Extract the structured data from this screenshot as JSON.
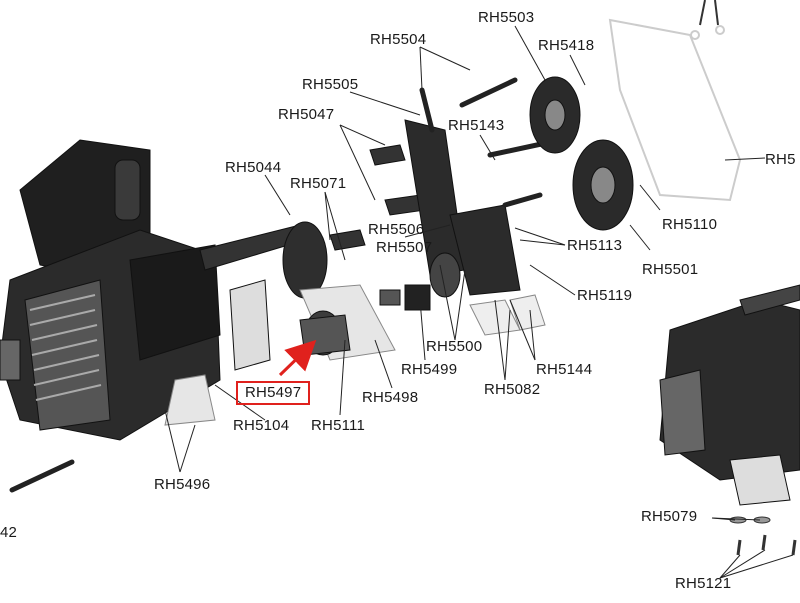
{
  "diagram": {
    "highlight_color": "#e0211d",
    "highlighted_part": "RH5497",
    "labels": {
      "rh5503": "RH5503",
      "rh5504": "RH5504",
      "rh5418": "RH5418",
      "rh5505": "RH5505",
      "rh5047": "RH5047",
      "rh5143": "RH5143",
      "rh5044": "RH5044",
      "rh5071": "RH5071",
      "rh5506": "RH5506",
      "rh5507": "RH5507",
      "rh5113": "RH5113",
      "rh5110": "RH5110",
      "rh5501": "RH5501",
      "rh5119": "RH5119",
      "rh5500": "RH5500",
      "rh5144": "RH5144",
      "rh5499": "RH5499",
      "rh5497": "RH5497",
      "rh5498": "RH5498",
      "rh5082": "RH5082",
      "rh5104": "RH5104",
      "rh5111": "RH5111",
      "rh5496": "RH5496",
      "rh5079": "RH5079",
      "rh5121": "RH5121",
      "partial_right": "RH5",
      "partial_left": "42"
    }
  }
}
